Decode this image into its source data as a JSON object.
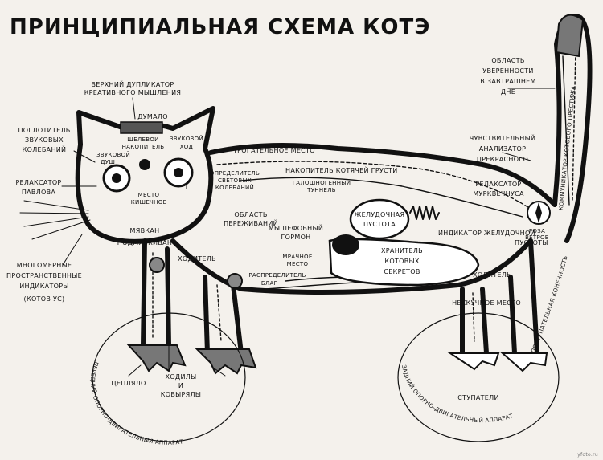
{
  "title": "ПРИНЦИПИАЛЬНАЯ СХЕМА КОТЭ",
  "watermark": "yfoto.ru",
  "labels": {
    "dupl1": "ВЕРХНИЙ ДУПЛИКАТОР",
    "dupl2": "КРЕАТИВНОГО МЫШЛЕНИЯ",
    "dumalo": "ДУМАЛО",
    "pogl1": "ПОГЛОТИТЕЛЬ",
    "pogl2": "ЗВУКОВЫХ",
    "pogl3": "КОЛЕБАНИЙ",
    "zvuk_dushi1": "ЗВУКОВОЙ",
    "zvuk_dushi2": "ДУШ",
    "shchel1": "ЩЕЛЕВОЙ",
    "shchel2": "НАКОПИТЕЛЬ",
    "zvuk_hod1": "ЗВУКОВОЙ",
    "zvuk_hod2": "ХОД",
    "relax1": "РЕЛАКСАТОР",
    "relax2": "ПАВЛОВА",
    "mesto_kish1": "МЕСТО",
    "mesto_kish2": "КИШЕЧНОЕ",
    "opred1": "ОПРЕДЕЛИТЕЛЬ",
    "opred2": "СВЕТОВЫХ",
    "opred3": "КОЛЕБАНИЙ",
    "myavkan": "МЯВКАН",
    "podmyav": "ПОДМЯВКИВАН",
    "mnogo1": "МНОГОМЕРНЫЕ",
    "mnogo2": "ПРОСТРАНСТВЕННЫЕ",
    "mnogo3": "ИНДИКАТОРЫ",
    "mnogo4": "(КОТОВ УС)",
    "trog": "ТРОГАТЕЛЬНОЕ МЕСТО",
    "nakop_grusti": "НАКОПИТЕЛЬ КОТЯЧЕЙ ГРУСТИ",
    "galo1": "ГАЛОШНОГЕННЫЙ",
    "galo2": "ТУННЕЛЬ",
    "zhel_pust1": "ЖЕЛУДОЧНАЯ",
    "zhel_pust2": "ПУСТОТА",
    "obl_per1": "ОБЛАСТЬ",
    "obl_per2": "ПЕРЕЖИВАНИЙ",
    "mysh1": "МЫШЕФОБНЫЙ",
    "mysh2": "ГОРМОН",
    "hodit1": "ХОДИТЕЛЬ",
    "mrach1": "МРАЧНОЕ",
    "mrach2": "МЕСТО",
    "raspred1": "РАСПРЕДЕЛИТЕЛЬ",
    "raspred2": "БЛАГ",
    "hran1": "ХРАНИТЕЛЬ",
    "hran2": "КОТОВЫХ",
    "hran3": "СЕКРЕТОВ",
    "ind_zhel1": "ИНДИКАТОР ЖЕЛУДОЧНОЙ",
    "ind_zhel2": "ПУСТОТЫ",
    "relax_mur1": "РЕЛАКСАТОР",
    "relax_mur2": "МУРКВЕЧНУСА",
    "chuvst1": "ЧУВСТВИТЕЛЬНЫЙ",
    "chuvst2": "АНАЛИЗАТОР",
    "chuvst3": "ПРЕКРАСНОГО",
    "obl_uv1": "ОБЛАСТЬ",
    "obl_uv2": "УВЕРЕННОСТИ",
    "obl_uv3": "В ЗАВТРАШНЕМ",
    "obl_uv4": "ДНЕ",
    "kommut": "КОММУНИКАТОР КОТОВОГО ПРЕСТИЖА",
    "roza1": "РОЗА",
    "roza2": "ВЕТРОВ",
    "hodit2": "ХОДИТЕЛЬ",
    "neskuch": "НЕСКУЧНОЕ МЕСТО",
    "postup": "ПОСТУПАТЕЛЬНАЯ КОНЕЧНОСТЬ",
    "ceplyalo": "ЦЕПЛЯЛО",
    "hody1": "ХОДИЛЫ",
    "hody2": "И",
    "hody3": "КОВЫРЯЛЫ",
    "stupateli": "СТУПАТЕЛИ",
    "front_app": "ПЕРЕДНИЙ ОПОРНО-ДВИГАТЕЛЬНЫЙ АППАРАТ",
    "rear_app": "ЗАДНИЙ ОПОРНО-ДВИГАТЕЛЬНЫЙ АППАРАТ"
  }
}
